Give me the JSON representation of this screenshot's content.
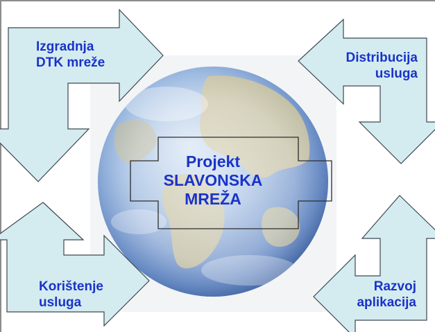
{
  "diagram": {
    "center": {
      "lines": [
        "Projekt",
        "SLAVONSKA",
        "MREŽA"
      ]
    },
    "arrows": {
      "top_left": {
        "lines": [
          "Izgradnja",
          "DTK mreže"
        ]
      },
      "top_right": {
        "lines": [
          "Distribucija",
          "usluga"
        ]
      },
      "bottom_left": {
        "lines": [
          "Korištenje",
          "usluga"
        ]
      },
      "bottom_right": {
        "lines": [
          "Razvoj",
          "aplikacija"
        ]
      }
    },
    "colors": {
      "arrow_fill": "#d4ecf0",
      "arrow_stroke": "#3d4750",
      "text": "#1a33c8",
      "globe_ocean": "#5d86c6",
      "globe_land": "#c6b98a",
      "center_box_stroke": "#2c2c2c"
    }
  }
}
